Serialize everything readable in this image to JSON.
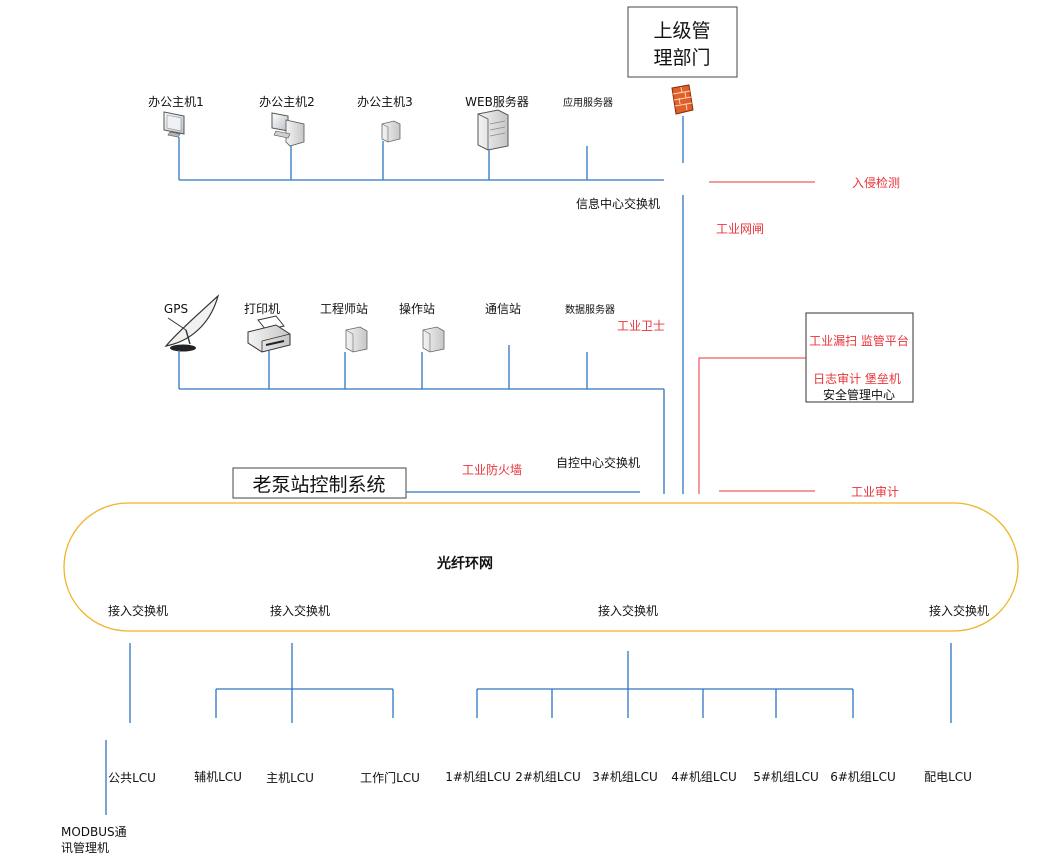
{
  "colors": {
    "line": "#2e76c0",
    "security": "#e8343a",
    "ring": "#f0b429",
    "text": "#111111"
  },
  "top": {
    "authority": [
      "上级管",
      "理部门"
    ]
  },
  "office_row": {
    "nodes": [
      {
        "label": "办公主机1",
        "icon": "monitor-icon"
      },
      {
        "label": "办公主机2",
        "icon": "desktop-computer-icon"
      },
      {
        "label": "办公主机3",
        "icon": "tower-pc-icon"
      },
      {
        "label": "WEB服务器",
        "icon": "server-icon"
      },
      {
        "label": "应用服务器",
        "icon": ""
      }
    ],
    "switch_label": "信息中心交换机"
  },
  "security": {
    "intrusion": "入侵检测",
    "gateway": "工业网闸",
    "guard": "工业卫士",
    "firewall": "工业防火墙",
    "audit": "工业审计",
    "mgmt_center": {
      "line1": "工业漏扫 监管平台",
      "line2": "日志审计  堡垒机",
      "line3": "安全管理中心"
    }
  },
  "control_row": {
    "nodes": [
      {
        "label": "GPS",
        "icon": "satellite-dish-icon"
      },
      {
        "label": "打印机",
        "icon": "printer-icon"
      },
      {
        "label": "工程师站",
        "icon": "tower-pc-icon"
      },
      {
        "label": "操作站",
        "icon": "tower-pc-icon"
      },
      {
        "label": "通信站",
        "icon": ""
      },
      {
        "label": "数据服务器",
        "icon": ""
      }
    ],
    "switch_label": "自控中心交换机",
    "system_title": "老泵站控制系统"
  },
  "ring": {
    "label": "光纤环网",
    "access_switches": [
      "接入交换机",
      "接入交换机",
      "接入交换机",
      "接入交换机"
    ]
  },
  "lcu": {
    "items": [
      "公共LCU",
      "辅机LCU",
      "主机LCU",
      "工作门LCU",
      "1#机组LCU",
      "2#机组LCU",
      "3#机组LCU",
      "4#机组LCU",
      "5#机组LCU",
      "6#机组LCU",
      "配电LCU"
    ],
    "modbus": [
      "MODBUS通",
      "讯管理机"
    ]
  }
}
